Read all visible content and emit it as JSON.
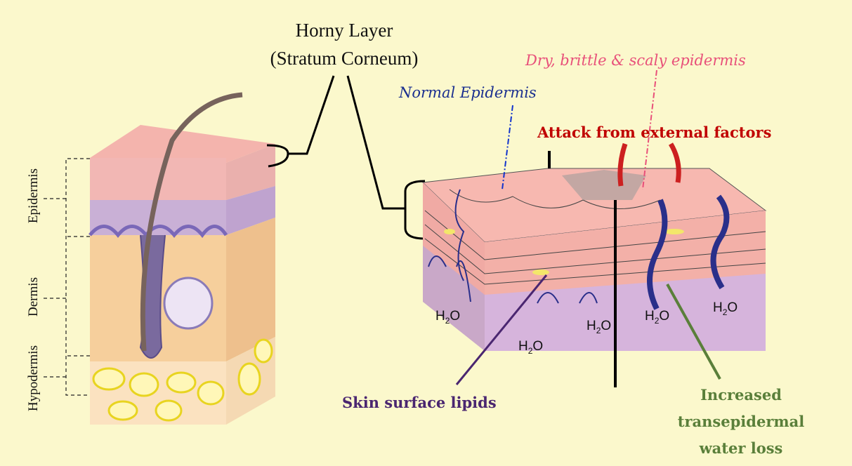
{
  "title": {
    "line1": "Horny Layer",
    "line2": "(Stratum Corneum)"
  },
  "layers": [
    "Epidermis",
    "Dermis",
    "Hypodermis"
  ],
  "labels": {
    "normal": "Normal Epidermis",
    "dry": "Dry, brittle & scaly epidermis",
    "attack": "Attack from external factors",
    "lipids": "Skin surface lipids",
    "tewl": [
      "Increased",
      "transepidermal",
      "water loss"
    ]
  },
  "water": {
    "base": "H",
    "sub": "2",
    "tail": "O"
  },
  "colors": {
    "background": "#fbf8cc",
    "normal": "#1a2f8f",
    "dry": "#e8507a",
    "attack": "#c00000",
    "lipids": "#4a2670",
    "tewl": "#5a7f3a"
  }
}
